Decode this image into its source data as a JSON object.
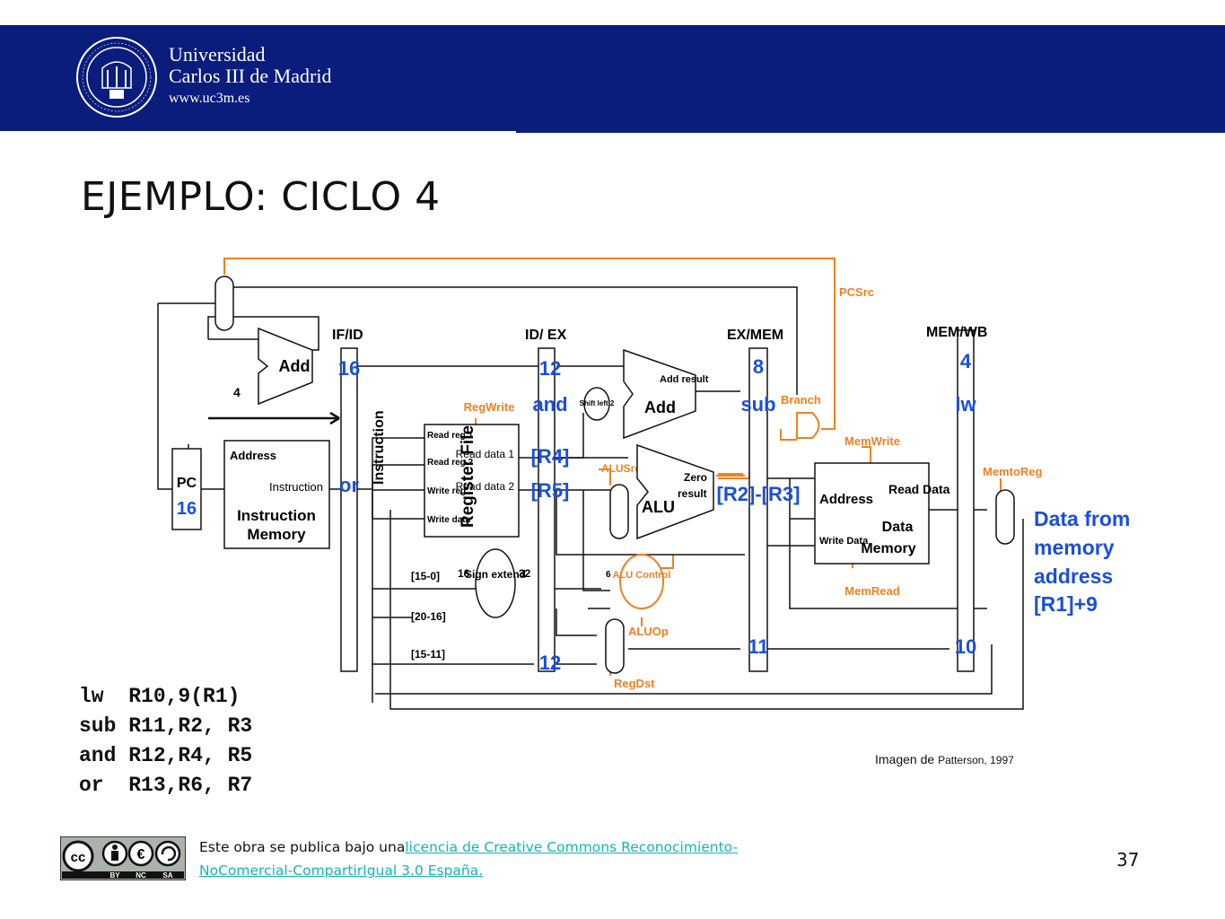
{
  "header": {
    "university_line1": "Universidad",
    "university_line2": "Carlos III de Madrid",
    "website": "www.uc3m.es",
    "colors": {
      "banner": "#0a1c7c"
    }
  },
  "slide": {
    "title": "EJEMPLO: CICLO 4",
    "page_number": "37"
  },
  "diagram": {
    "stages": {
      "if_id": "IF/ID",
      "id_ex": "ID/ EX",
      "ex_mem": "EX/MEM",
      "mem_wb": "MEM/WB"
    },
    "stage_values": {
      "if_id_top": "16",
      "if_id_instr": "or",
      "id_ex_top": "12",
      "id_ex_instr": "and",
      "id_ex_r1": "[R4]",
      "id_ex_r2": "[R5]",
      "id_ex_bottom": "12",
      "ex_mem_top": "8",
      "ex_mem_instr": "sub",
      "ex_mem_result": "[R2]-[R3]",
      "ex_mem_bottom": "11",
      "mem_wb_top": "4",
      "mem_wb_instr": "lw",
      "mem_wb_bottom": "10"
    },
    "pc_label": "PC",
    "pc_value": "16",
    "adder_label": "Add",
    "adder_input": "4",
    "instr_mem": {
      "address": "Address",
      "instruction": "Instruction",
      "title_l1": "Instruction",
      "title_l2": "Memory"
    },
    "instruction_bus": "Instruction",
    "regfile": {
      "title": "Register File",
      "read_reg1": "Read reg 1",
      "read_reg2": "Read reg 2",
      "write_reg": "Write reg",
      "write_data": "Write data",
      "read_data1": "Read data 1",
      "read_data2": "Read data 2"
    },
    "sign_extend": "Sign extend",
    "bit_16": "16",
    "bit_32": "32",
    "bit_6": "6",
    "fields": {
      "f1": "[15-0]",
      "f2": "[20-16]",
      "f3": "[15-11]"
    },
    "shift": "Shift left 2",
    "branch_adder": {
      "label": "Add",
      "result": "Add result"
    },
    "alu": {
      "label": "ALU",
      "zero": "Zero",
      "result": "result"
    },
    "alu_control": "ALU Control",
    "data_memory": {
      "address": "Address",
      "read_data": "Read Data",
      "write_data": "Write Data",
      "title_l1": "Data",
      "title_l2": "Memory"
    },
    "mux": "mux",
    "control": {
      "pcsrc": "PCSrc",
      "regwrite": "RegWrite",
      "alusrc": "ALUSrc",
      "branch": "Branch",
      "memwrite": "MemWrite",
      "memread": "MemRead",
      "memtoreg": "MemtoReg",
      "aluop": "ALUOp",
      "regdst": "RegDst"
    },
    "annotation": [
      "Data from",
      "memory",
      "address",
      "[R1]+9"
    ],
    "colors": {
      "control": "#f08020",
      "values": "#1a4ee0",
      "wires": "#111111"
    }
  },
  "code_lines": [
    "lw  R10,9(R1)",
    "sub R11,R2, R3",
    "and R12,R4, R5",
    "or  R13,R6, R7"
  ],
  "credit": {
    "prefix": "Imagen de",
    "source": "Patterson, 1997"
  },
  "license": {
    "prefix": "Este obra se publica bajo una",
    "link_text": "licencia de Creative Commons Reconocimiento-NoComercial-CompartirIgual  3.0 España.",
    "badge_labels": [
      "BY",
      "NC",
      "SA"
    ]
  }
}
